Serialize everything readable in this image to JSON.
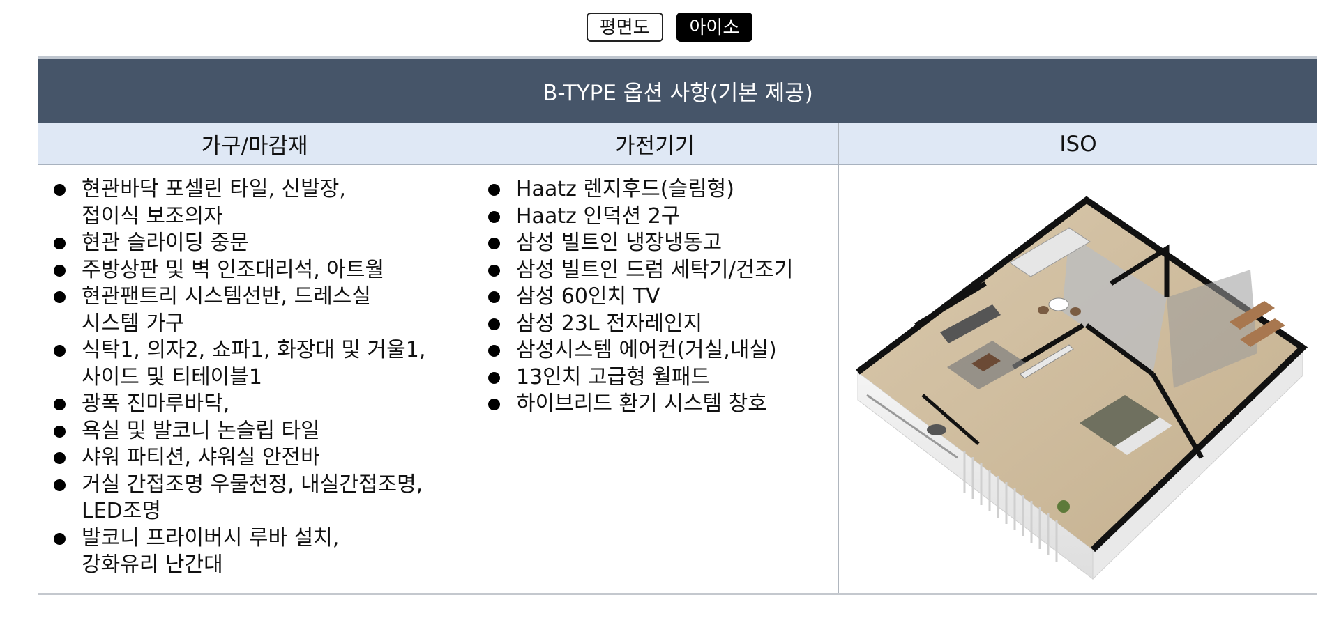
{
  "view_toggle": {
    "floor_plan_label": "평면도",
    "iso_label": "아이소"
  },
  "table": {
    "title": "B-TYPE 옵션 사항(기본 제공)",
    "headers": [
      "가구/마감재",
      "가전기기",
      "ISO"
    ],
    "furniture_items": [
      "현관바닥 포셀린 타일, 신발장,\n접이식 보조의자",
      "현관 슬라이딩 중문",
      "주방상판 및 벽 인조대리석, 아트월",
      "현관팬트리 시스템선반, 드레스실\n시스템 가구",
      "식탁1, 의자2, 쇼파1, 화장대 및 거울1,\n사이드 및 티테이블1",
      "광폭 진마루바닥,",
      "욕실 및 발코니 논슬립 타일",
      "샤워 파티션, 샤워실 안전바",
      "거실 간접조명 우물천정, 내실간접조명,\nLED조명",
      "발코니 프라이버시 루바 설치,\n강화유리 난간대"
    ],
    "appliance_items": [
      "Haatz 렌지후드(슬림형)",
      "Haatz 인덕션 2구",
      "삼성 빌트인 냉장냉동고",
      "삼성 빌트인 드럼 세탁기/건조기",
      "삼성 60인치 TV",
      "삼성 23L 전자레인지",
      "삼성시스템 에어컨(거실,내실)",
      "13인치 고급형 월패드",
      "하이브리드 환기 시스템 창호"
    ]
  }
}
